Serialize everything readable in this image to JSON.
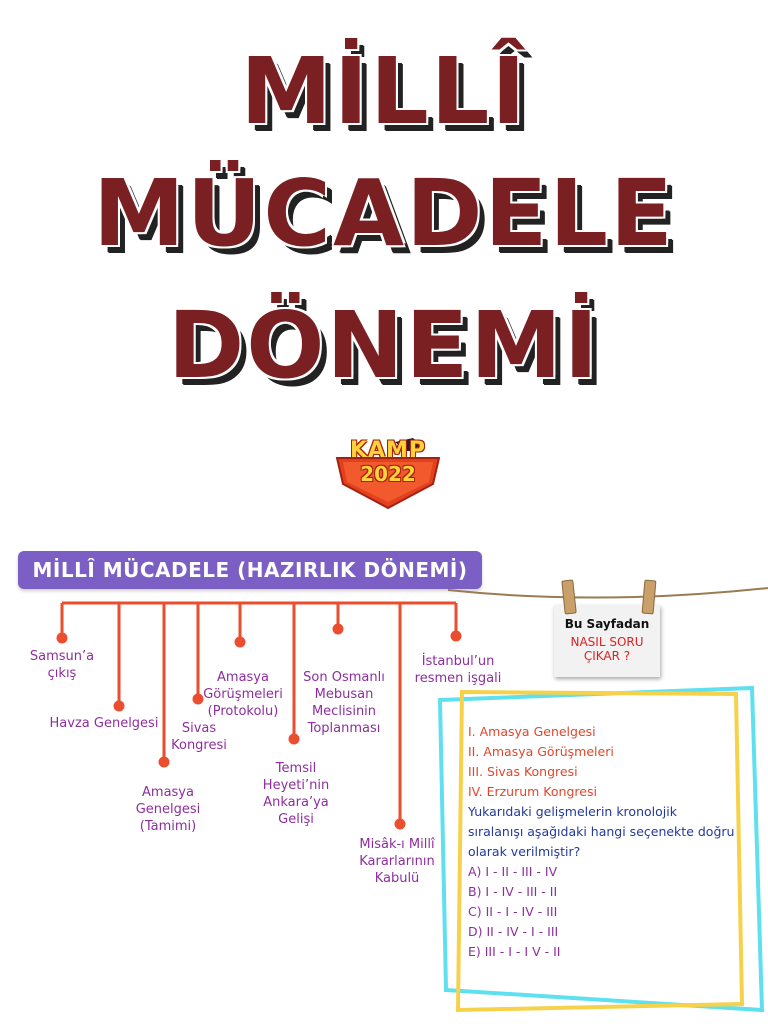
{
  "title": {
    "line1": "MİLLÎ",
    "line2": "MÜCADELE",
    "line3": "DÖNEMİ"
  },
  "logo": {
    "word": "KAMP",
    "year": "2022"
  },
  "banner": {
    "label": "MİLLÎ MÜCADELE (HAZIRLIK DÖNEMİ)"
  },
  "timeline": {
    "events": [
      {
        "lines": [
          "Samsun’a",
          "çıkış"
        ]
      },
      {
        "lines": [
          "Havza Genelgesi"
        ]
      },
      {
        "lines": [
          "Amasya",
          "Genelgesi",
          "(Tamimi)"
        ]
      },
      {
        "lines": [
          "Sivas",
          "Kongresi"
        ]
      },
      {
        "lines": [
          "Amasya",
          "Görüşmeleri",
          "(Protokolu)"
        ]
      },
      {
        "lines": [
          "Temsil",
          "Heyeti’nin",
          "Ankara’ya",
          "Gelişi"
        ]
      },
      {
        "lines": [
          "Son Osmanlı",
          "Mebusan",
          "Meclisinin",
          "Toplanması"
        ]
      },
      {
        "lines": [
          "Misâk-ı Millî",
          "Kararlarının",
          "Kabulü"
        ]
      },
      {
        "lines": [
          "İstanbul’un",
          "resmen işgali"
        ]
      }
    ]
  },
  "note_card": {
    "line1": "Bu Sayfadan",
    "line2": "NASIL SORU",
    "line3": "ÇIKAR ?"
  },
  "question": {
    "items": [
      "I.   Amasya  Genelgesi",
      "II.   Amasya  Görüşmeleri",
      "III.   Sivas  Kongresi",
      "IV.   Erzurum  Kongresi"
    ],
    "stem": "Yukarıdaki gelişmelerin kronolojik sıralanışı aşağıdaki hangi seçenekte doğru olarak verilmiştir?",
    "options": [
      "A)  I  -  II  -  III  -  IV",
      "B)  I  -  IV  -  III  -  II",
      "C)  II  -  I  -  IV  -  III",
      "D)  II  -  IV  -  I  -  III",
      "E)  III  -  I  -  I V  -  II"
    ]
  },
  "colors": {
    "title": "#7a1f22",
    "banner": "#7b5fc4",
    "timeline": "#ea4e2e",
    "event_text": "#8e2e9e",
    "question_items": "#e0472a",
    "question_stem": "#233a9a",
    "frame_yellow": "#f6d24a",
    "frame_cyan": "#5fe0ee"
  }
}
